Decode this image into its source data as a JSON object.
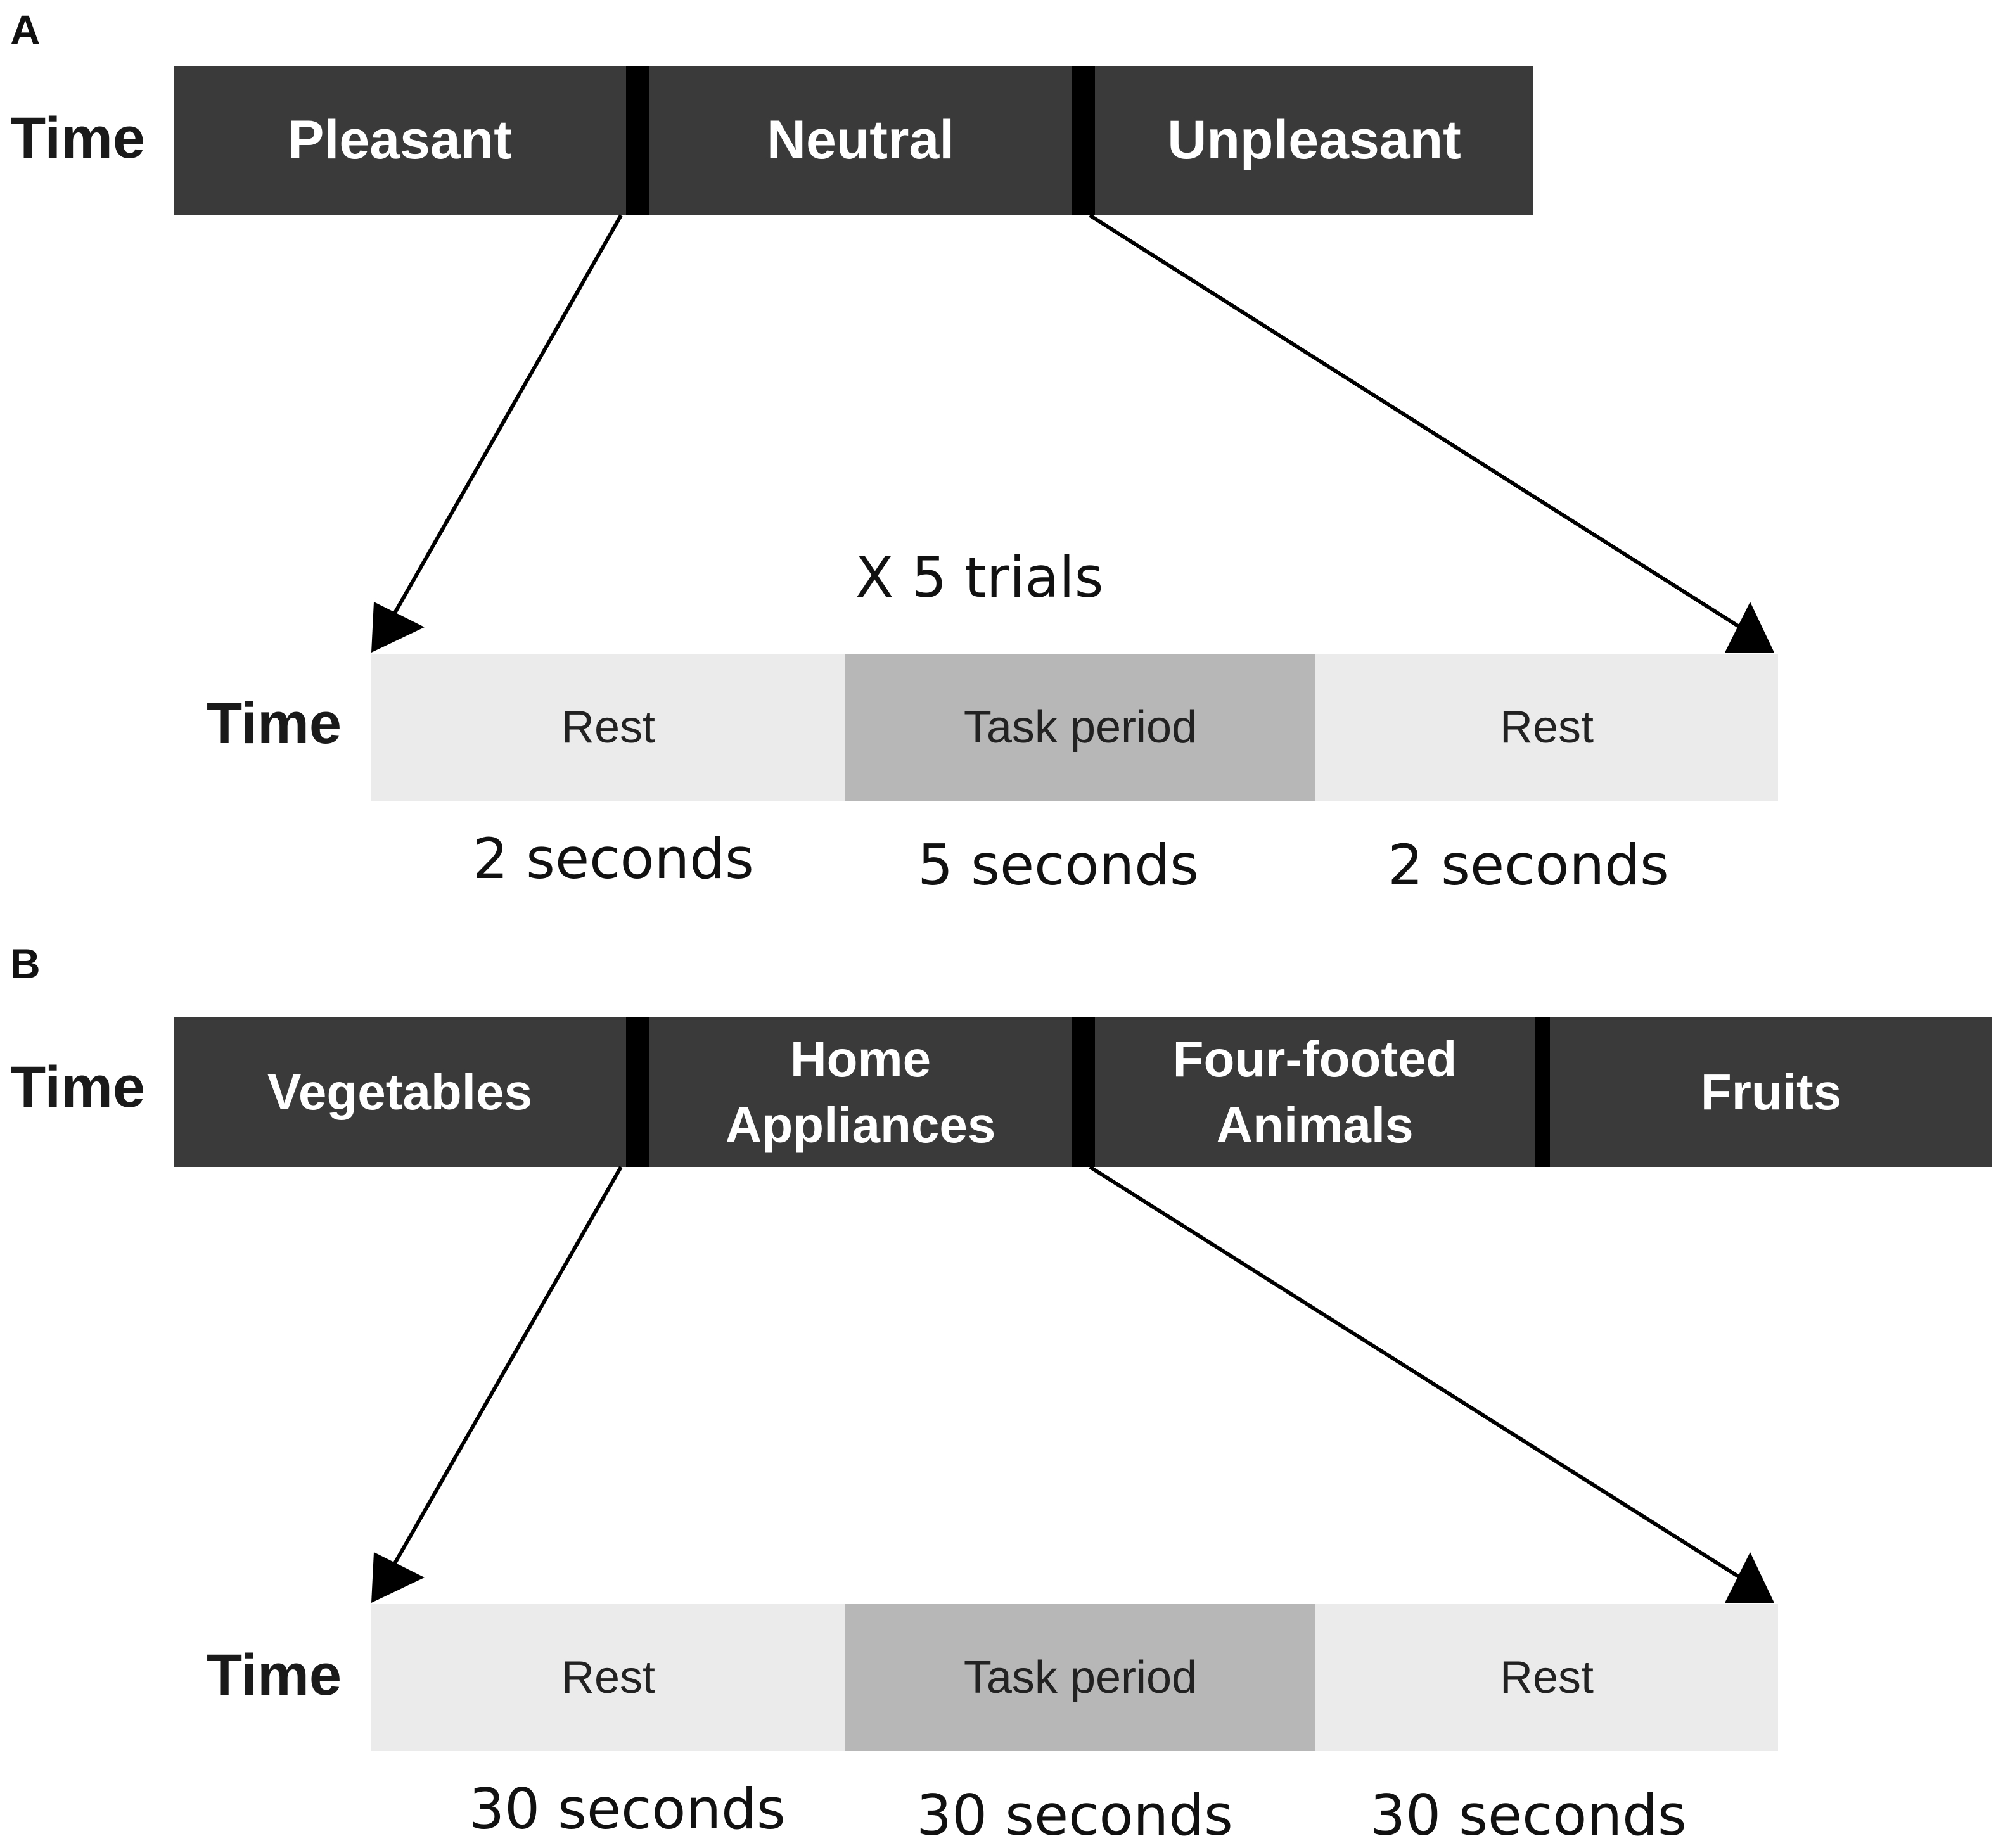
{
  "panel_a": {
    "label": "A",
    "top_time_label": "Time",
    "blocks": [
      "Pleasant",
      "Neutral",
      "Unpleasant"
    ],
    "trials_label": "X 5 trials",
    "bottom_time_label": "Time",
    "segments": [
      {
        "label": "Rest",
        "kind": "rest"
      },
      {
        "label": "Task period",
        "kind": "task"
      },
      {
        "label": "Rest",
        "kind": "rest"
      }
    ],
    "durations": [
      "2 seconds",
      "5 seconds",
      "2 seconds"
    ]
  },
  "panel_b": {
    "label": "B",
    "top_time_label": "Time",
    "blocks": [
      "Vegetables",
      "Home Appliances",
      "Four-footed Animals",
      "Fruits"
    ],
    "bottom_time_label": "Time",
    "segments": [
      {
        "label": "Rest",
        "kind": "rest"
      },
      {
        "label": "Task period",
        "kind": "task"
      },
      {
        "label": "Rest",
        "kind": "rest"
      }
    ],
    "durations": [
      "30 seconds",
      "30 seconds",
      "30 seconds"
    ]
  },
  "colors": {
    "block_fill": "#3a3a3a",
    "separator": "#000000",
    "rest_fill": "#ebebeb",
    "task_fill": "#b7b7b7"
  }
}
